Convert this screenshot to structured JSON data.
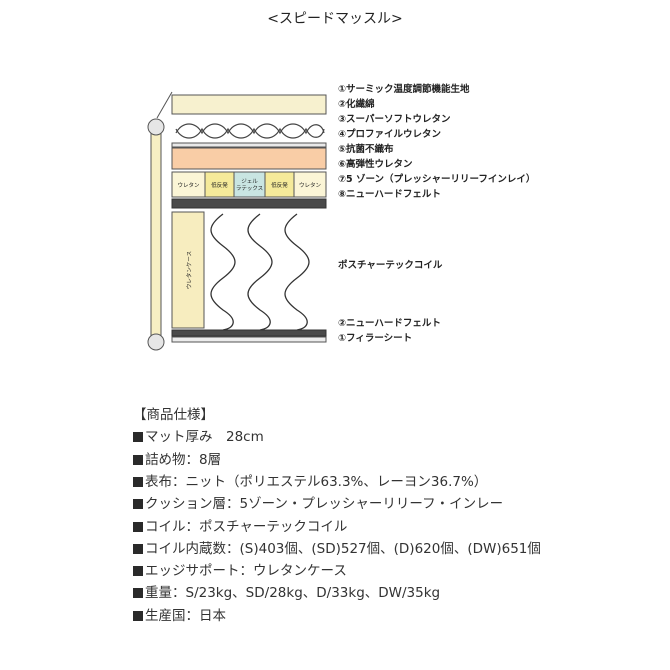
{
  "title": "<スピードマッスル>",
  "layer_labels": [
    "①サーミック温度調節機能生地",
    "②化繊綿",
    "③スーパーソフトウレタン",
    "④プロファイルウレタン",
    "⑤抗菌不織布",
    "⑥高弾性ウレタン",
    "⑦5 ゾーン（プレッシャーリリーフインレイ）",
    "⑧ニューハードフェルト",
    "ポスチャーテックコイル",
    "②ニューハードフェルト",
    "①フィラーシート"
  ],
  "zone_labels": [
    "ウレタン",
    "低反発",
    "ジェル\nラテックス",
    "低反発",
    "ウレタン"
  ],
  "edge_support_label": "ウレタンケース",
  "colors": {
    "fabric": "#f7f1cf",
    "wadding": "#fbf8e6",
    "felt": "#4a4a4a",
    "antibacterial": "#e9e9e9",
    "high_resilience": "#f9cda6",
    "zone_urethane": "#fbf5d6",
    "zone_lowrebound": "#f5ea9a",
    "zone_gel": "#c9e5e2",
    "urethane_case": "#f7edbf",
    "rod": "#f7efc3"
  },
  "spec": {
    "heading": "【商品仕様】",
    "lines": [
      "マット厚み　28cm",
      "詰め物：8層",
      "表布：ニット（ポリエステル63.3%、レーヨン36.7%）",
      "クッション層：5ゾーン・プレッシャーリリーフ・インレー",
      "コイル：ポスチャーテックコイル",
      "コイル内蔵数：(S)403個、(SD)527個、(D)620個、(DW)651個",
      "エッジサポート：ウレタンケース",
      "重量：S/23kg、SD/28kg、D/33kg、DW/35kg",
      "生産国：日本"
    ]
  }
}
